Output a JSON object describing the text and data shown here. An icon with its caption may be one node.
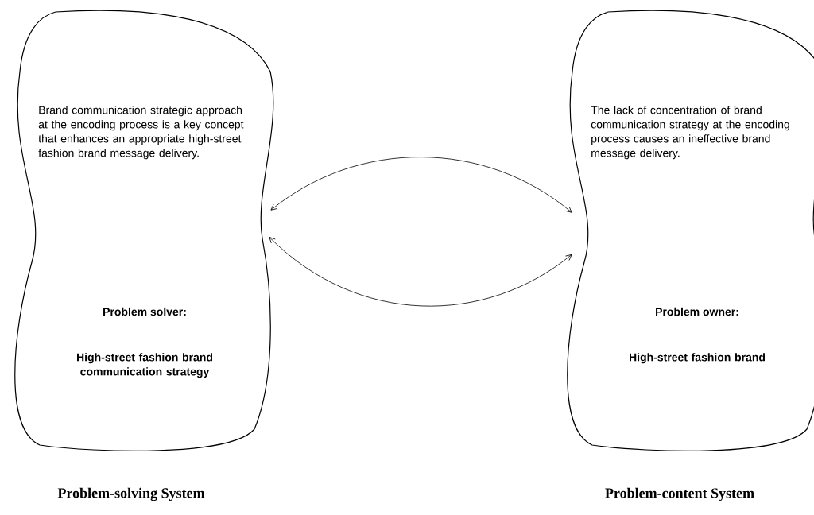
{
  "diagram": {
    "nodes": [
      {
        "text": [
          "Brand communication strategic approach at the encoding process is a key concept that enhances an appropriate high-street fashion brand message delivery.",
          "Problem solver:",
          "High-street fashion brand communication strategy"
        ],
        "beside": [
          "Problem-solving System"
        ]
      },
      {
        "text": [
          "The lack of concentration of brand communication strategy at the encoding process causes an ineffective brand message delivery.",
          "Problem owner:",
          "High-street fashion brand"
        ],
        "beside": [
          "Problem-content System"
        ]
      }
    ],
    "edges": [
      {
        "from": 0,
        "to": 1,
        "arrow": "both"
      },
      {
        "from": 0,
        "to": 1,
        "arrow": "both"
      }
    ]
  }
}
